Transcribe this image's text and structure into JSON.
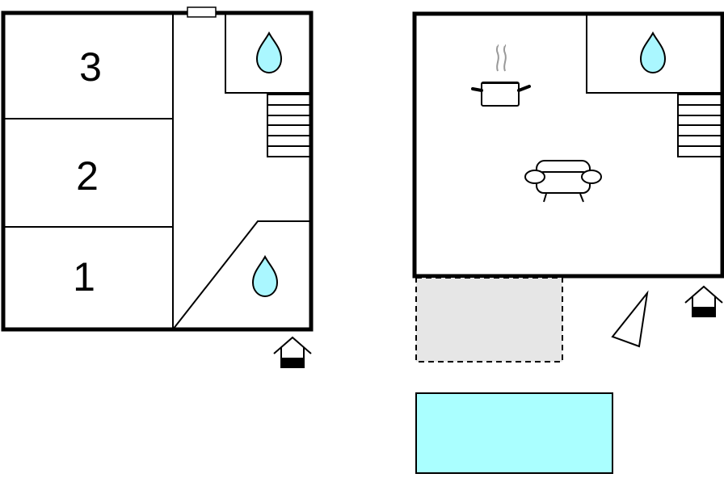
{
  "floors": [
    {
      "rooms": [
        {
          "label": "3"
        },
        {
          "label": "2"
        },
        {
          "label": "1"
        }
      ]
    },
    {
      "rooms": []
    }
  ],
  "icons": {
    "water": "water-drop-icon",
    "kitchen": "cooking-pot-icon",
    "living": "sofa-icon",
    "entrance": "house-entrance-icon",
    "north": "north-arrow-icon",
    "stairs": "stairs-icon"
  },
  "colors": {
    "wall": "#000000",
    "water": "#aaf7ff",
    "terrace": "#e6e6e6",
    "pool": "#aaffff",
    "steam": "#999999"
  }
}
